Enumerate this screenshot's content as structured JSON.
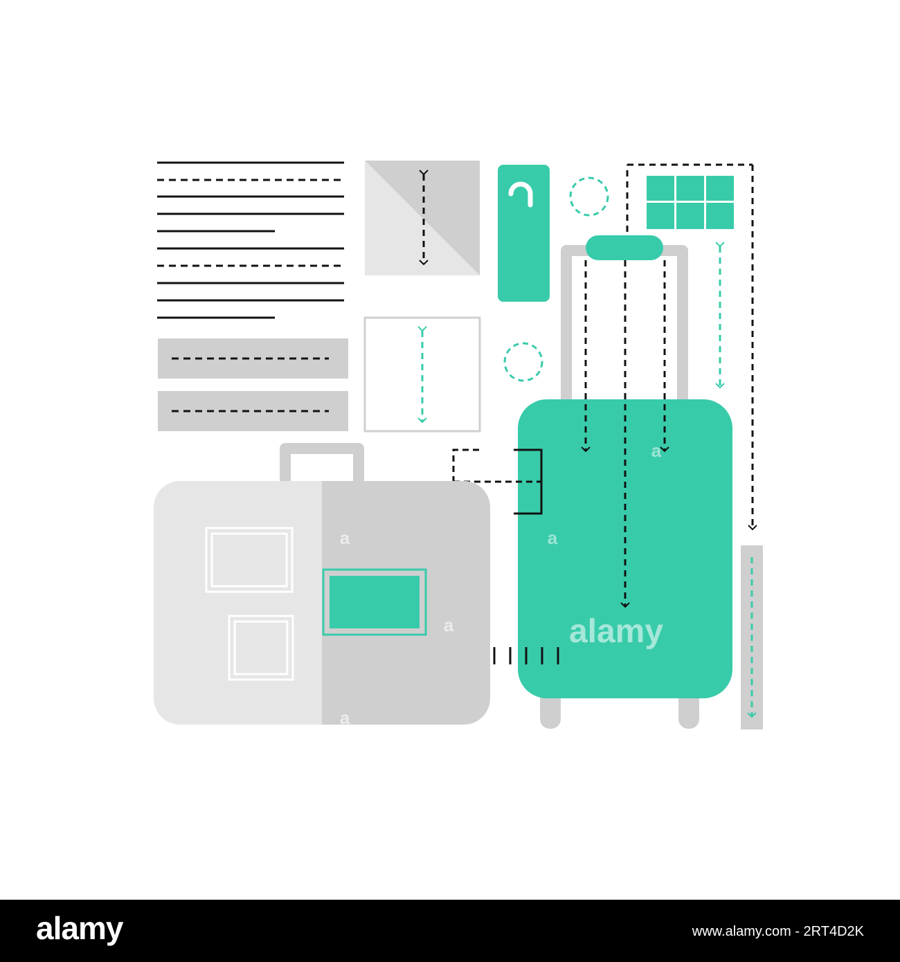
{
  "colors": {
    "accent": "#38cbaa",
    "light_gray": "#e6e6e6",
    "mid_gray": "#cfcfcf",
    "ink": "#111111",
    "background": "#ffffff",
    "footer": "#000000"
  },
  "illustration": {
    "watermark_text": "alamy",
    "watermark_letter": "a"
  },
  "footer": {
    "logo_text": "alamy",
    "image_id": "www.alamy.com - 2RT4D2K"
  }
}
